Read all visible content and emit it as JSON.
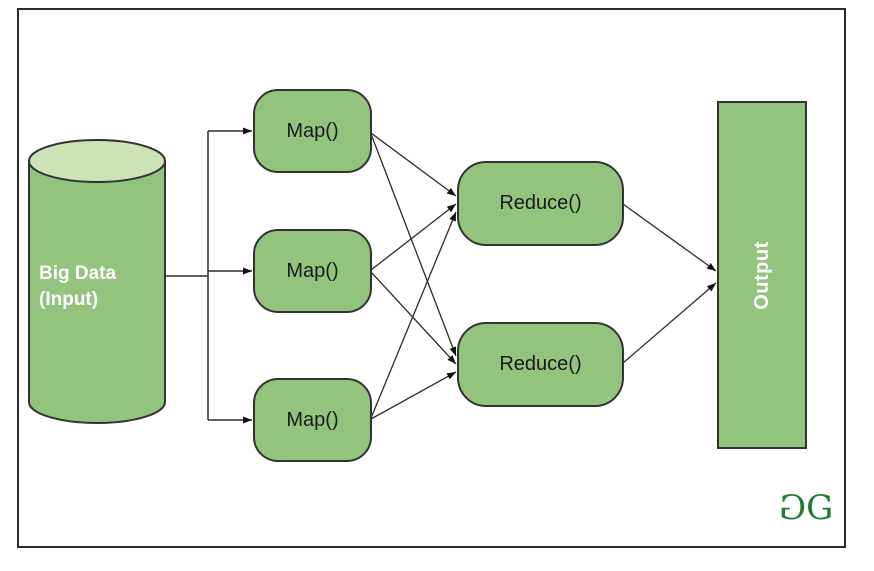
{
  "colors": {
    "node_fill": "#93c47d",
    "cylinder_top_fill": "#cde3b6",
    "node_border": "#333333",
    "connector": "#2b2b2b",
    "arrowhead": "#111111",
    "frame_border": "#2b2b2b",
    "text_dark": "#1a1a1a",
    "text_light": "#ffffff",
    "logo_green": "#1e7d35"
  },
  "nodes": {
    "input": {
      "line1": "Big Data",
      "line2": "(Input)"
    },
    "maps": [
      {
        "label": "Map()"
      },
      {
        "label": "Map()"
      },
      {
        "label": "Map()"
      }
    ],
    "reduces": [
      {
        "label": "Reduce()"
      },
      {
        "label": "Reduce()"
      }
    ],
    "output": {
      "label": "Output"
    }
  },
  "logo": {
    "left_glyph": "G",
    "right_glyph": "G"
  }
}
